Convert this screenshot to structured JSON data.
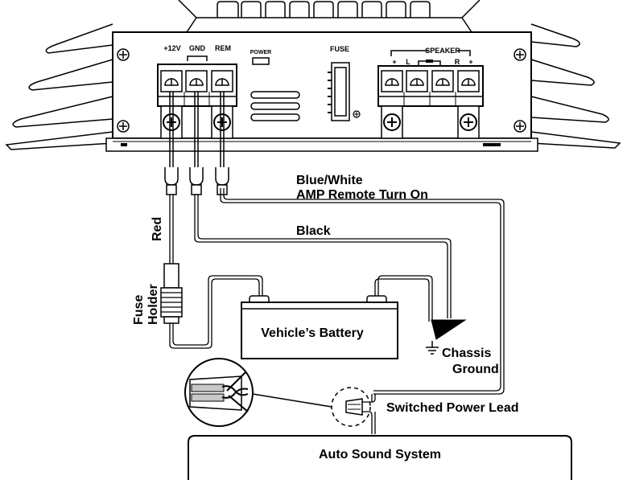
{
  "amplifier": {
    "terminals": {
      "plus12v": "+12V",
      "gnd": "GND",
      "rem": "REM",
      "power": "POWER",
      "fuse": "FUSE",
      "speaker": "SPEAKER",
      "speaker_left": "L",
      "speaker_right": "R",
      "plus": "+",
      "minus": "-"
    }
  },
  "labels": {
    "remote_wire_color": "Blue/White",
    "remote_wire_desc": "AMP Remote Turn On",
    "ground_wire": "Black",
    "power_wire": "Red",
    "fuse_holder_line1": "Fuse",
    "fuse_holder_line2": "Holder",
    "battery": "Vehicle’s Battery",
    "chassis_line1": "Chassis",
    "chassis_line2": "Ground",
    "switched_lead": "Switched Power Lead",
    "head_unit": "Auto Sound System"
  }
}
